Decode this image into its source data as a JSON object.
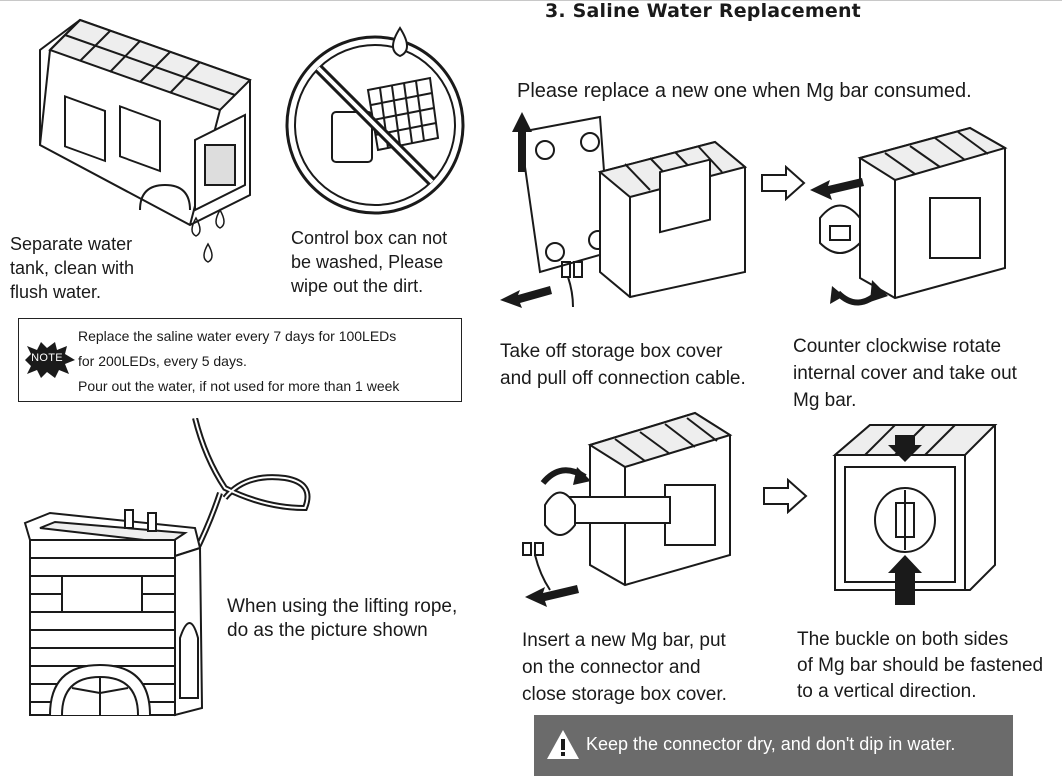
{
  "heading": "3.  Saline Water Replacement",
  "subtitle": "Please replace a new one when Mg bar consumed.",
  "left": {
    "tank_caption": [
      "Separate water",
      "tank, clean with",
      "flush water."
    ],
    "control_box_caption": [
      "Control box can not",
      "be washed, Please",
      "wipe out the dirt."
    ],
    "note": {
      "badge": "NOTE",
      "lines": [
        "Replace the saline water every 7 days for 100LEDs",
        "for 200LEDs, every 5 days.",
        "Pour out the water, if not used for more than 1 week"
      ]
    },
    "rope_caption": [
      "When using the lifting rope,",
      "do as the picture shown"
    ]
  },
  "steps": [
    {
      "caption": [
        "Take off storage box cover",
        "and pull off connection cable."
      ]
    },
    {
      "caption": [
        "Counter clockwise rotate",
        "internal cover and take out",
        "Mg bar."
      ]
    },
    {
      "caption": [
        "Insert a new Mg bar, put",
        "on the connector and",
        "close storage box cover."
      ]
    },
    {
      "caption": [
        "The buckle on both sides",
        "of Mg bar should be fastened",
        "to a vertical direction."
      ]
    }
  ],
  "warning": {
    "icon": "warning-triangle-icon",
    "text": "Keep the connector dry, and don't dip in water."
  },
  "colors": {
    "warning_bg": "#6b6b6b",
    "line_art": "#1a1a1a"
  }
}
